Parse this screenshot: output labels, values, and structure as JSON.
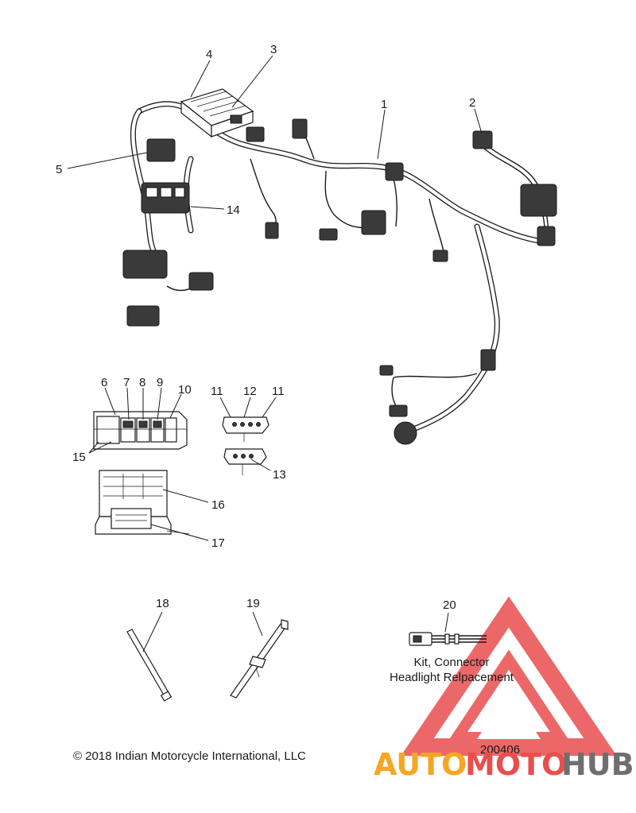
{
  "callouts": {
    "c1": "1",
    "c2": "2",
    "c3": "3",
    "c4": "4",
    "c5": "5",
    "c6": "6",
    "c7": "7",
    "c8": "8",
    "c9": "9",
    "c10": "10",
    "c11a": "11",
    "c12": "12",
    "c11b": "11",
    "c13": "13",
    "c14": "14",
    "c15": "15",
    "c16": "16",
    "c17": "17",
    "c18": "18",
    "c19": "19",
    "c20": "20"
  },
  "kit_caption": {
    "line1": "Kit, Connector",
    "line2": "Headlight Relpacement"
  },
  "footer": {
    "copyright": "© 2018 Indian Motorcycle International, LLC",
    "drawing_number": "200406"
  },
  "watermark": {
    "auto": "AUTO",
    "moto": "MOTO",
    "hub": "HUB",
    "colors": {
      "auto": "#f5a623",
      "moto": "#e94e4e",
      "hub": "#6f6f6f",
      "triangle": "#e94e4e"
    }
  }
}
